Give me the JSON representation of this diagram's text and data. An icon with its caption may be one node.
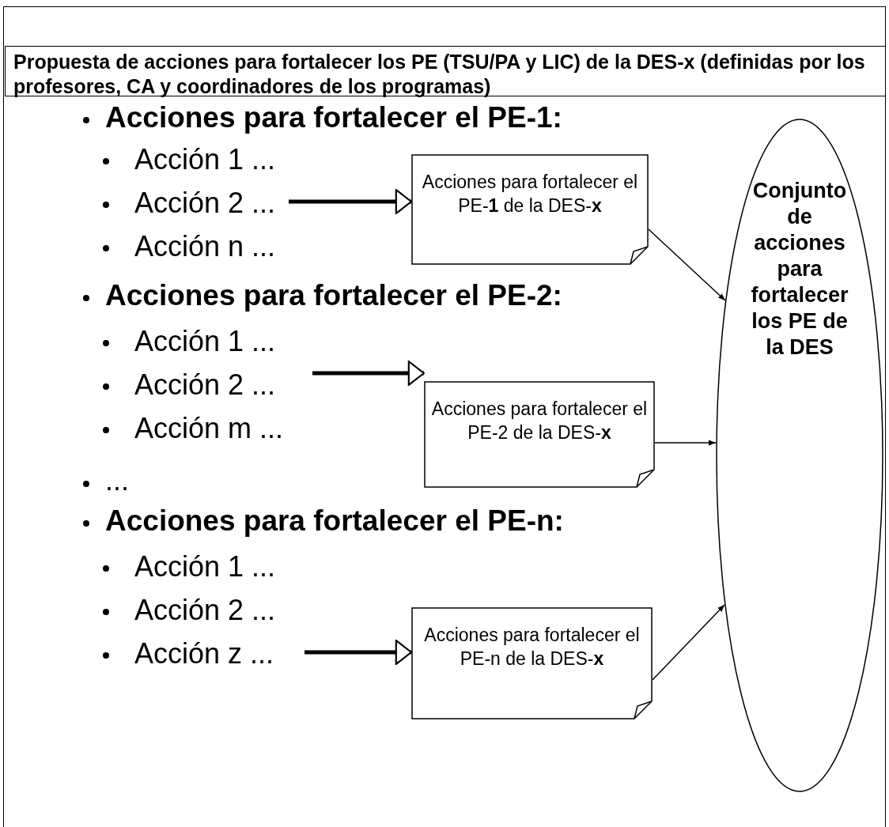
{
  "diagram": {
    "title": "Propuesta de acciones para fortalecer los PE (TSU/PA y LIC) de la DES-x (definidas por los profesores, CA y coordinadores de los programas)",
    "nodes": [
      {
        "text": [
          "Acción 1 ...",
          "Acción 2 ...",
          "Acción n ..."
        ]
      },
      {
        "text": [
          "Acciones para fortalecer el  PE-**1** de la DES-**x**"
        ]
      },
      {
        "text": [
          "Acción 1 ...",
          "Acción 2 ...",
          "Acción m ..."
        ]
      },
      {
        "text": [
          "Acciones para fortalecer el  PE-2 de la DES-**x**"
        ]
      },
      {
        "text": [
          "Acción 1 ...",
          "Acción 2 ...",
          "Acción z ..."
        ]
      },
      {
        "text": [
          "Acciones para fortalecer el  PE-n de la DES-**x**"
        ]
      },
      {
        "text": [
          "Conjunto de acciones para fortalecer los PE de la DES"
        ]
      }
    ],
    "edges": [
      {
        "from": 0,
        "to": 1,
        "arrow": "to",
        "style": "thick"
      },
      {
        "from": 2,
        "to": 3,
        "arrow": "to",
        "style": "thick"
      },
      {
        "from": 4,
        "to": 5,
        "arrow": "to",
        "style": "thick"
      },
      {
        "from": 1,
        "to": 6,
        "arrow": "to"
      },
      {
        "from": 3,
        "to": 6,
        "arrow": "to"
      },
      {
        "from": 5,
        "to": 6,
        "arrow": "to"
      }
    ],
    "labels": [
      "Acciones para fortalecer el PE-1:",
      "Acciones para fortalecer el PE-2:",
      "...",
      "Acciones para fortalecer el PE-n:"
    ]
  }
}
